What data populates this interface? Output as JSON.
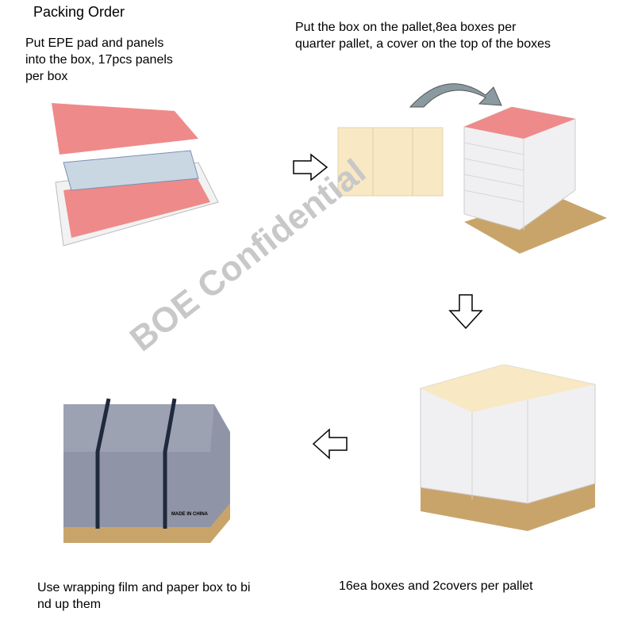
{
  "title": "Packing Order",
  "steps": [
    {
      "text": "Put EPE pad and  panels\ninto the box, 17pcs panels\n per box"
    },
    {
      "text": "Put the box on the pallet,8ea boxes per\nquarter pallet, a cover on the top of the boxes"
    },
    {
      "text": "16ea boxes and 2covers per pallet"
    },
    {
      "text": "Use wrapping film and paper box to bi\nnd up them"
    }
  ],
  "watermark": "BOE Confidential",
  "box_label": "MADE IN CHINA",
  "colors": {
    "pad": "#ef8a8a",
    "cover": "#f8e8c4",
    "pallet": "#c9a46a",
    "film": "#8f95a6"
  }
}
